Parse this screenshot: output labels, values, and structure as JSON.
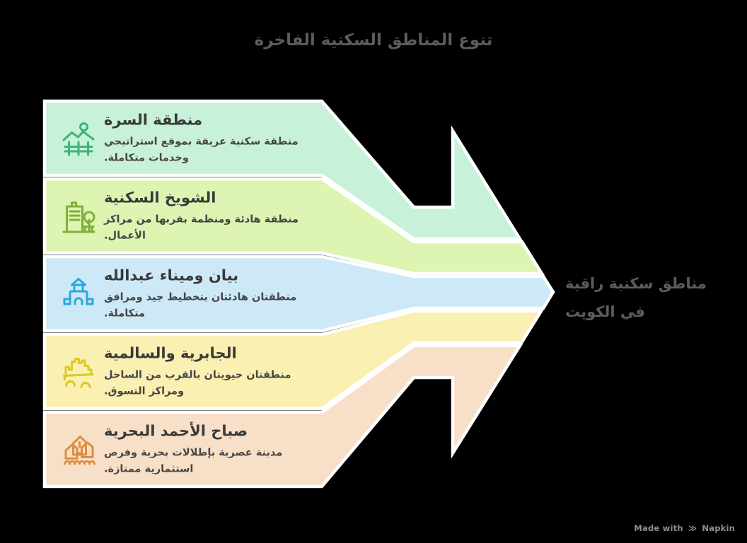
{
  "title": "تنوع المناطق السكنية الفاخرة",
  "conclusion": {
    "line1": "مناطق سكنية راقية",
    "line2": "في الكويت",
    "full_text": "مناطق سكنية راقية في الكويت"
  },
  "watermark": {
    "made_with": "Made with",
    "logo_glyph": "≫",
    "brand": "Napkin"
  },
  "colors": {
    "background": "#000000",
    "ribbon_outline": "#ffffff",
    "heading_text": "#5c5c5c",
    "band_title_text": "#3a3a3a",
    "band_desc_text": "#464646",
    "watermark_text": "#8f8f8f"
  },
  "bands": [
    {
      "title": "منطقة السرة",
      "description": "منطقة سكنية عريقة بموقع استراتيجي وخدمات متكاملة.",
      "fill": "#c8f1d9",
      "icon_color": "#3db478",
      "icon": "landscape-fence-icon"
    },
    {
      "title": "الشويخ السكنية",
      "description": "منطقة هادئة ومنظمة بقربها من مراكز الأعمال.",
      "fill": "#ddf4b2",
      "icon_color": "#7fb03a",
      "icon": "building-tree-icon"
    },
    {
      "title": "بيان وميناء عبدالله",
      "description": "منطقتان هادئتان بتخطيط جيد ومرافق متكاملة.",
      "fill": "#cde9f7",
      "icon_color": "#2aa8e0",
      "icon": "domed-building-icon"
    },
    {
      "title": "الجابرية والسالمية",
      "description": "منطقتان حيويتان بالقرب من الساحل ومراكز التسوق.",
      "fill": "#faf0b2",
      "icon_color": "#dcc926",
      "icon": "skyline-coast-icon"
    },
    {
      "title": "صباح الأحمد البحرية",
      "description": "مدينة عصرية بإطلالات بحرية وفرص استثمارية ممتازة.",
      "fill": "#f8dfc8",
      "icon_color": "#de8e3e",
      "icon": "seaside-houses-icon"
    }
  ]
}
